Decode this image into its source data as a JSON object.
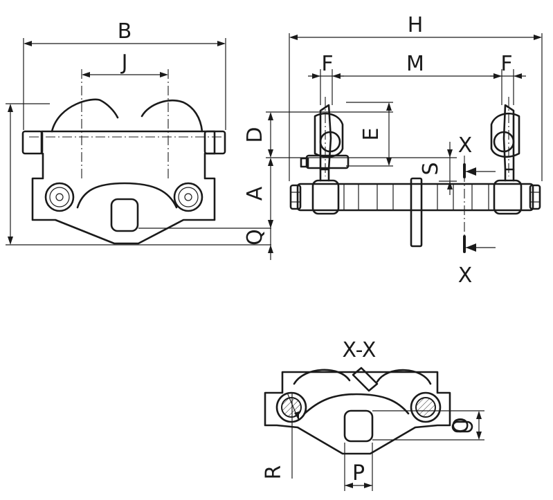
{
  "dimensions": {
    "B": "B",
    "J": "J",
    "H": "H",
    "F_left": "F",
    "M": "M",
    "F_right": "F",
    "D": "D",
    "E": "E",
    "A": "A",
    "Q": "Q",
    "S": "S",
    "R": "R",
    "P": "P",
    "O": "O"
  },
  "section": {
    "marker_top": "X",
    "marker_bottom": "X",
    "title": "X-X"
  }
}
